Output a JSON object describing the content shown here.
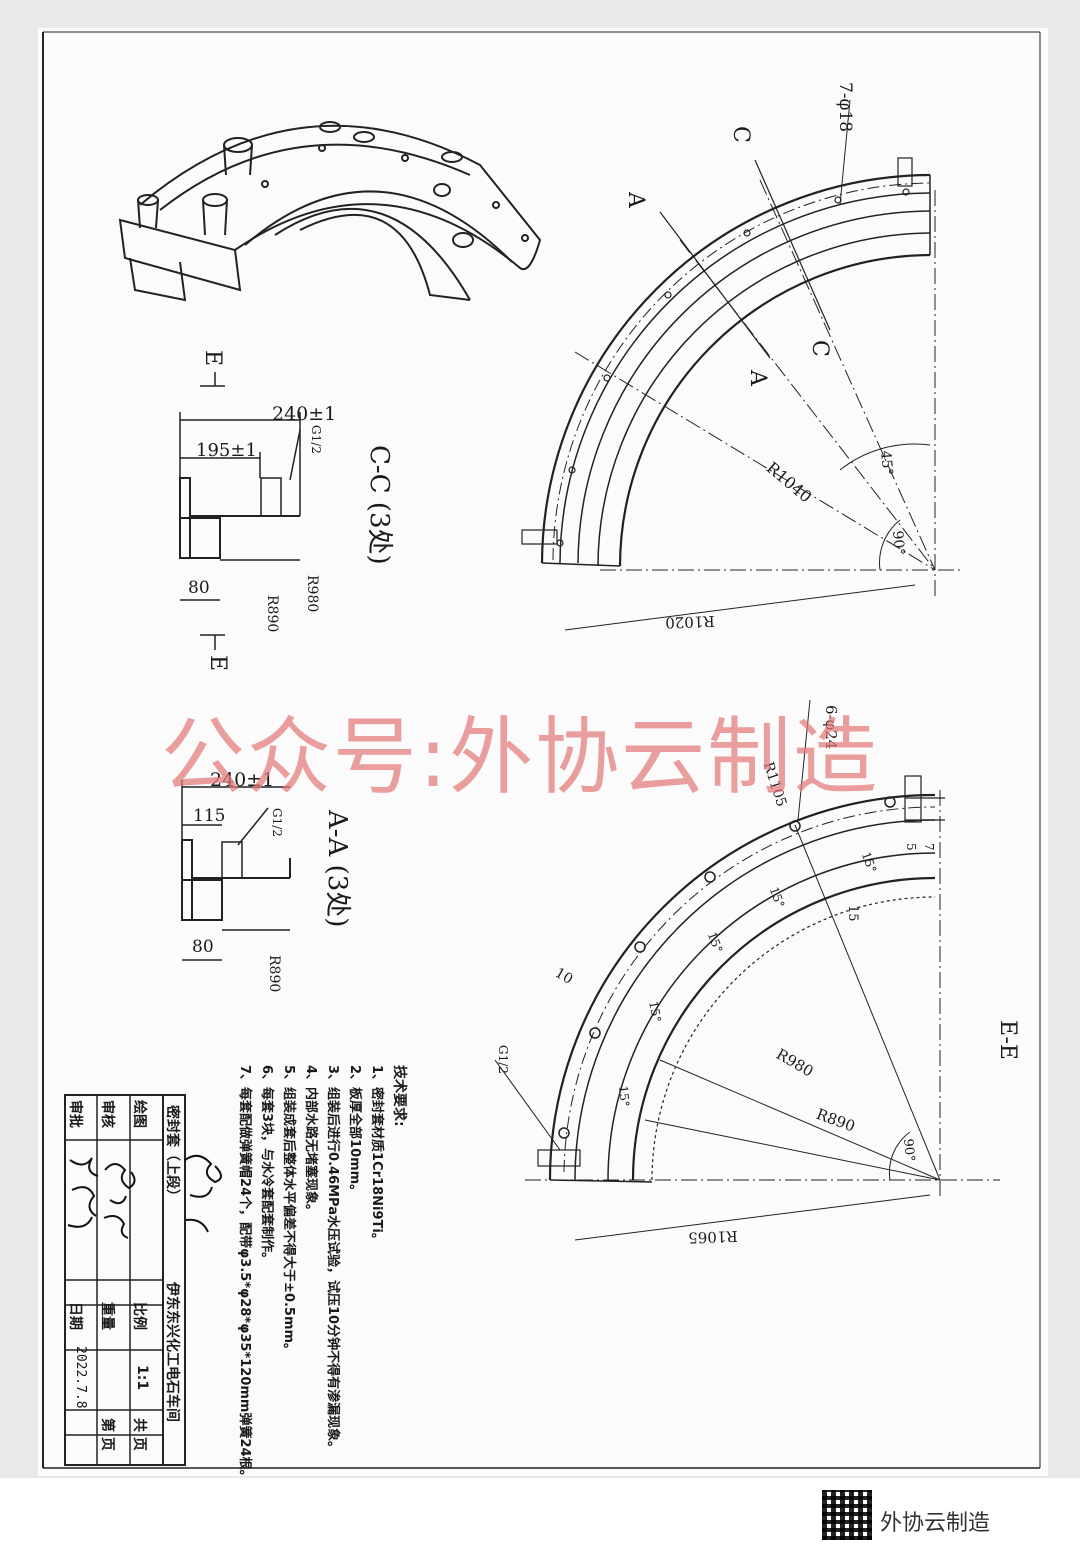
{
  "title_block": {
    "company": "伊东东兴化工电石车间",
    "part_name": "密封套（上段）",
    "labels": {
      "drawn": "绘图",
      "checked": "审核",
      "approved": "审批",
      "scale": "比例",
      "weight": "重量",
      "date": "日期",
      "total": "共 页",
      "sheet": "第 页"
    },
    "scale_value": "1:1",
    "date_value": "2022.7.8"
  },
  "tech_req": {
    "heading": "技术要求:",
    "items": [
      "1、密封套材质1Cr18Ni9Ti。",
      "2、板厚全部10mm。",
      "3、组装后进行0.46MPa水压试验，试压10分钟不得有渗漏现象。",
      "4、内部水路无堵塞现象。",
      "5、组装成套后整体水平偏差不得大于±0.5mm。",
      "6、每套3块，与水冷套配套制作。",
      "7、每套配做弹簧帽24个，配带φ3.5*φ28*φ35*120mm弹簧24根。"
    ]
  },
  "views": {
    "cc": {
      "title": "C-C (3处)",
      "dim_240": "240±1",
      "dim_195": "195±1",
      "dim_80": "80",
      "g": "G1/2",
      "r980": "R980",
      "r890": "R890"
    },
    "aa": {
      "title": "A-A (3处)",
      "dim_240": "240±1",
      "dim_115": "115",
      "dim_80": "80",
      "g": "G1/2",
      "r890": "R890"
    },
    "ee_marker": "E",
    "top": {
      "holes": "7-φ18",
      "c": "C",
      "a": "A",
      "r1040": "R1040",
      "r1020": "R1020",
      "ang45": "45°",
      "ang90": "90°"
    },
    "ee": {
      "title": "E-E",
      "holes": "6-φ24",
      "r1105": "R1105",
      "r980": "R980",
      "r890": "R890",
      "r1065": "R1065",
      "d10": "10",
      "d15": "15",
      "d5": "5",
      "d7": "7",
      "a15": "15°",
      "ang90": "90°",
      "g": "G1/2"
    }
  },
  "watermark": "公众号:外协云制造",
  "footer": {
    "brand": "外协云制造"
  }
}
